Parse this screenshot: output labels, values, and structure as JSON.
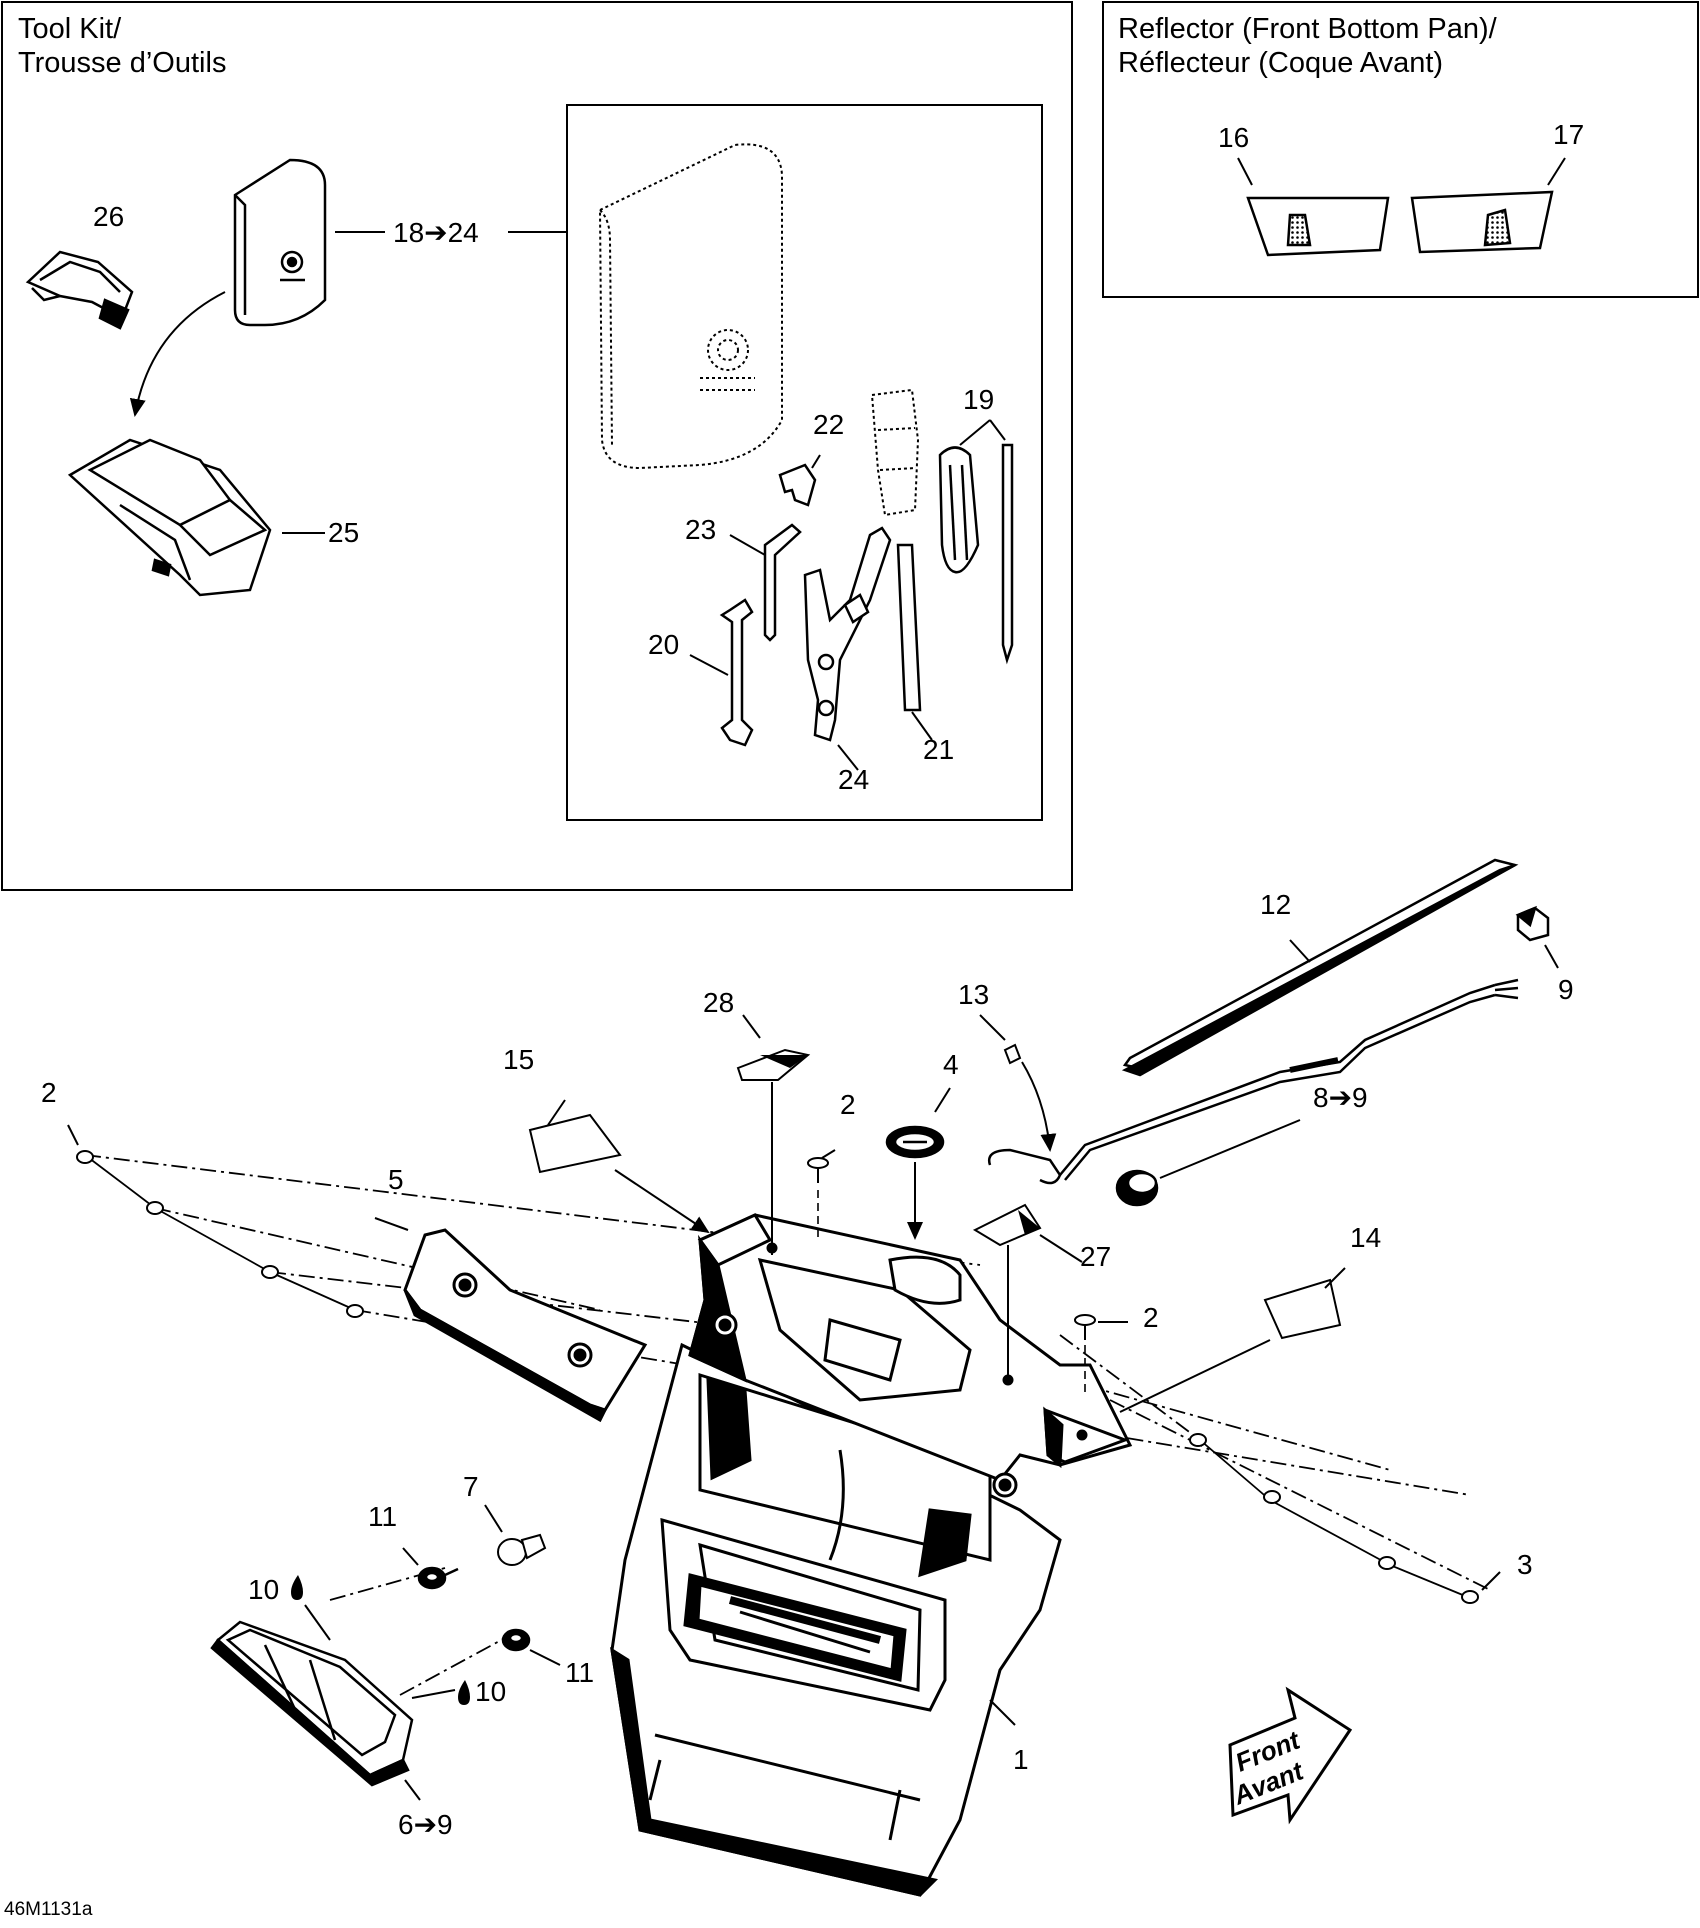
{
  "tool_kit_title": "Tool Kit/\nTrousse d’Outils",
  "reflector_title": "Reflector (Front Bottom Pan)/\nRéflecteur (Coque Avant)",
  "drawing_ref": "46M1131a",
  "front_line1": "Front",
  "front_line2": "Avant",
  "labels": {
    "p26": "26",
    "p18_24": "18➔24",
    "p25": "25",
    "p22": "22",
    "p19": "19",
    "p23": "23",
    "p20": "20",
    "p21": "21",
    "p24": "24",
    "p16": "16",
    "p17": "17",
    "p12": "12",
    "p9": "9",
    "p13": "13",
    "p28": "28",
    "p15": "15",
    "p4": "4",
    "p8_9": "8➔9",
    "p2_left": "2",
    "p2_top": "2",
    "p5": "5",
    "p27": "27",
    "p14": "14",
    "p2_right": "2",
    "p7": "7",
    "p11_top": "11",
    "p3": "3",
    "p10_left": "10",
    "p10_right": "10",
    "p11_bottom": "11",
    "p1": "1",
    "p6_9": "6➔9"
  }
}
